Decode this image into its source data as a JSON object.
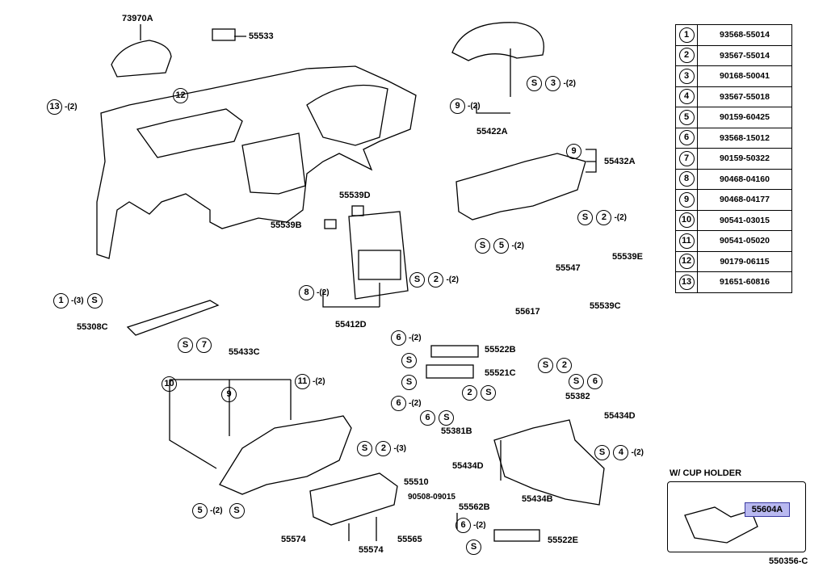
{
  "legend": [
    {
      "num": "1",
      "code": "93568-55014"
    },
    {
      "num": "2",
      "code": "93567-55014"
    },
    {
      "num": "3",
      "code": "90168-50041"
    },
    {
      "num": "4",
      "code": "93567-55018"
    },
    {
      "num": "5",
      "code": "90159-60425"
    },
    {
      "num": "6",
      "code": "93568-15012"
    },
    {
      "num": "7",
      "code": "90159-50322"
    },
    {
      "num": "8",
      "code": "90468-04160"
    },
    {
      "num": "9",
      "code": "90468-04177"
    },
    {
      "num": "10",
      "code": "90541-03015"
    },
    {
      "num": "11",
      "code": "90541-05020"
    },
    {
      "num": "12",
      "code": "90179-06115"
    },
    {
      "num": "13",
      "code": "91651-60816"
    }
  ],
  "labels": {
    "p73970A": "73970A",
    "p55533": "55533",
    "p55422A": "55422A",
    "p55432A": "55432A",
    "p55539D": "55539D",
    "p55539B": "55539B",
    "p55412D": "55412D",
    "p55547": "55547",
    "p55539E": "55539E",
    "p55539C": "55539C",
    "p55617": "55617",
    "p55308C": "55308C",
    "p55433C": "55433C",
    "p55522B": "55522B",
    "p55521C": "55521C",
    "p55382": "55382",
    "p55381B": "55381B",
    "p55434D_a": "55434D",
    "p55434D_b": "55434D",
    "p55434B": "55434B",
    "p55510": "55510",
    "p90508": "90508-09015",
    "p55562B": "55562B",
    "p55574_a": "55574",
    "p55574_b": "55574",
    "p55565": "55565",
    "p55522E": "55522E",
    "p55604A": "55604A"
  },
  "qty": {
    "q2": "-(2)",
    "q3": "-(3)"
  },
  "cup_holder_title": "W/ CUP HOLDER",
  "doc_id": "550356-C",
  "colors": {
    "highlight": "#b9b9f0",
    "ink": "#000000"
  }
}
